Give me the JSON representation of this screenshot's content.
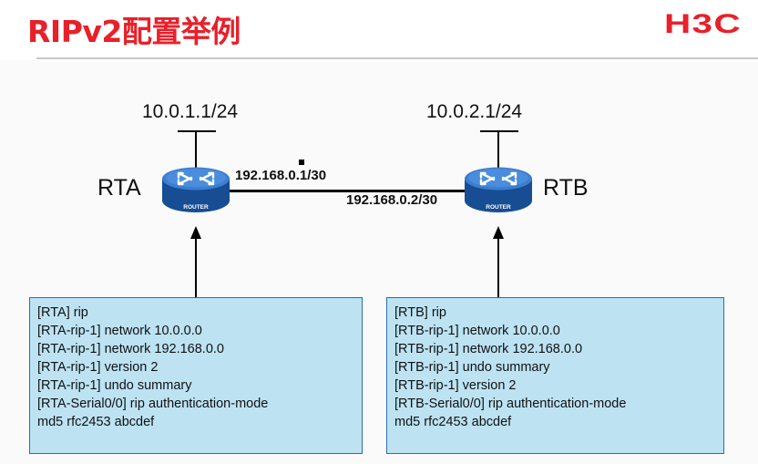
{
  "slide": {
    "title": "RIPv2配置举例",
    "logo": "H3C"
  },
  "diagram": {
    "net_a": "10.0.1.1/24",
    "net_b": "10.0.2.1/24",
    "router_a": {
      "name": "RTA",
      "badge": "ROUTER",
      "serial_ip": "192.168.0.1/30"
    },
    "router_b": {
      "name": "RTB",
      "badge": "ROUTER",
      "serial_ip": "192.168.0.2/30"
    }
  },
  "config_a": [
    "[RTA] rip",
    "[RTA-rip-1] network 10.0.0.0",
    "[RTA-rip-1] network 192.168.0.0",
    "[RTA-rip-1] version 2",
    "[RTA-rip-1] undo summary",
    "[RTA-Serial0/0] rip authentication-mode",
    "md5 rfc2453 abcdef"
  ],
  "config_b": [
    "[RTB] rip",
    "[RTB-rip-1] network 10.0.0.0",
    "[RTB-rip-1] network 192.168.0.0",
    "[RTB-rip-1] undo summary",
    "[RTB-rip-1] version 2",
    "[RTB-Serial0/0] rip authentication-mode",
    "md5 rfc2453 abcdef"
  ],
  "colors": {
    "title": "#e8202a",
    "router_body": "#1c5aa8",
    "config_box": "#bde3f3",
    "config_border": "#2b6cb0"
  }
}
